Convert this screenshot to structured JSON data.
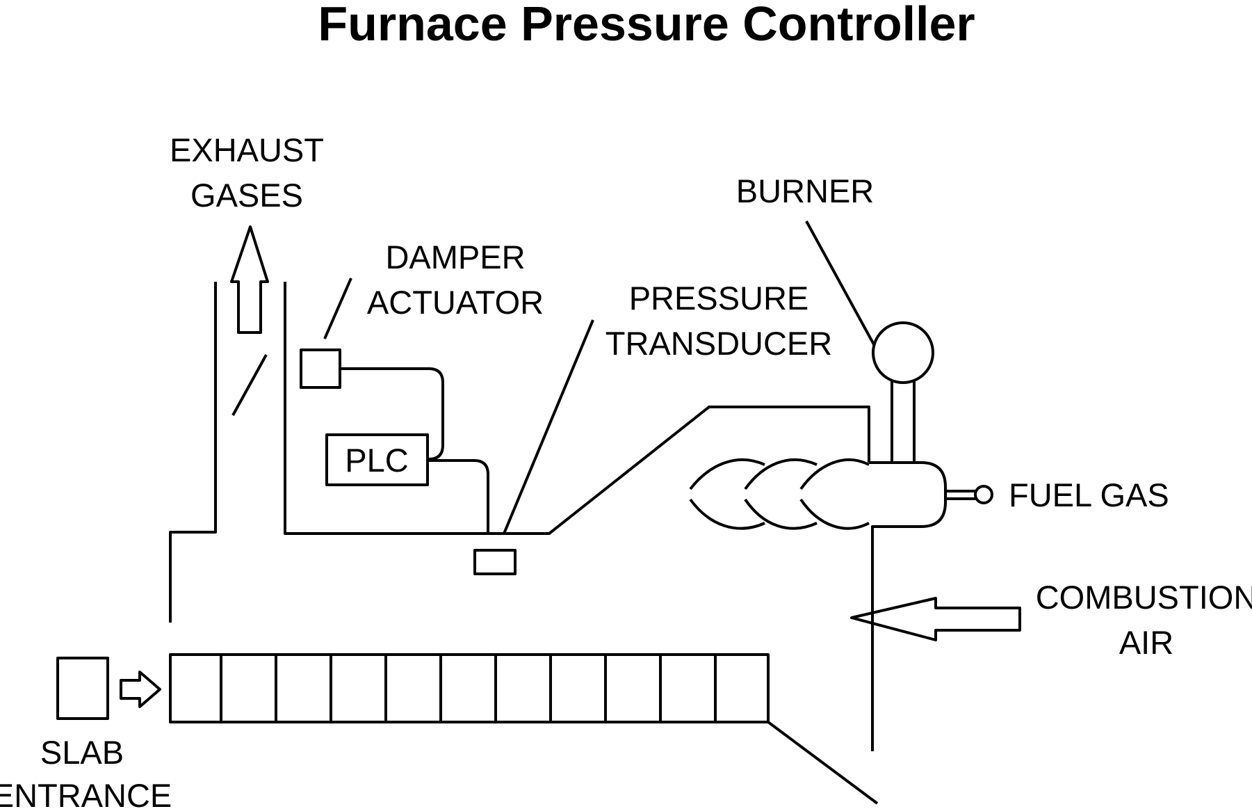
{
  "title": "Furnace Pressure Controller",
  "labels": {
    "exhaust_1": "EXHAUST",
    "exhaust_2": "GASES",
    "damper_1": "DAMPER",
    "damper_2": "ACTUATOR",
    "pressure_1": "PRESSURE",
    "pressure_2": "TRANSDUCER",
    "burner": "BURNER",
    "plc": "PLC",
    "fuel_gas": "FUEL GAS",
    "combustion_1": "COMBUSTION",
    "combustion_2": "AIR",
    "slab_1": "SLAB",
    "slab_2": "ENTRANCE"
  },
  "colors": {
    "stroke": "#000000",
    "background": "#ffffff"
  }
}
